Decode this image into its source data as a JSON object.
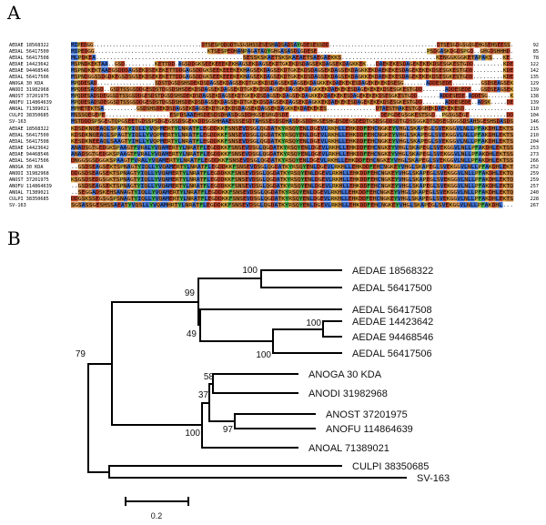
{
  "panels": {
    "a_letter": "A",
    "b_letter": "B"
  },
  "alignment": {
    "block1": {
      "rows": [
        {
          "name": "AEDAE 18568322",
          "end": "92",
          "seq": "MIPEDGG..................................DTSESPQDQDTGSGSHSSESESHADSADSAYGDESESSDD..................................DTSESGDGSGQGEHGSEHSEESS."
        },
        {
          "name": "AEDAL 56417500",
          "end": "85",
          "seq": "MIPEDGG..................................KTSESPEDHANPAGATAQYGHGASASDLGDESE.................................PSDGASKDGDSPGD..GHGDSHHHD."
        },
        {
          "name": "AEDAL 56417508",
          "end": "78",
          "seq": "MLPDKEA..........................................SESSKSKAETSKSKAEAETSAEGAEKKS...........................KENGGKGGKETAPAKS...KE."
        },
        {
          "name": "AEDAE 14423642",
          "end": "122",
          "seq": "MSPNDKEKTAA..GSD.........KETTDD.AGSDDGKSEEKEEEKEKHAGSEKDAGSEKDTGKEKDSDAGSEKDAGSEKDAGKKEK...DAEKEKESDAGEKEKEKDSESGKESTGDD.........KDE"
        },
        {
          "name": "AEDAE 94468546",
          "end": "142",
          "seq": "MSPNDKEKTAAEGSDDDAGSEKDSEKEKETTDDGAGSDDGKSEEKEEEKEKHAGSEKDAGSEKDTGKEKDSDAGSEKDAGSEKDAGKKEKDAEKEKESDAGEKEKEKDSESGKESTGDD.........KDE"
        },
        {
          "name": "AEDAL 56417506",
          "end": "135",
          "seq": "MSPNDGGSSDGDKEGSDSGSEKDSEKEKETTDDGAGSDDGKSEEKEEEKEKHAGSEKDAGSEKDTGKEKDSDAGSEKDAGSEKDAGKKEKDAEKEKESDAGEKEKEKDSESGKESTGDD.........KDE"
        },
        {
          "name": "ANOGA 30 KDA",
          "end": "129",
          "seq": "MPQDESAD..................SDSTDGSDSHSDEKDSDAGSEKDAGSEKDTGKEKDSDAGSEKDAGSEKDAGKKEKDAEKEKESDAGEKEKEKDSESG.......ADDESEDE.........GSDSEAGSEK"
        },
        {
          "name": "ANODI 31982968",
          "end": "139",
          "seq": "MPQDESADSD..GSDTSSGSDDGESDSTDGSDSHSDEKDSDAGSEKDAGSEKDTGKEKDSDAGSEKDAGSEKDAGKKEKDAEKEKESDAGEKEKEKDSESGKESTGDD.......ADDESEDE...GSDSEAGSEK"
        },
        {
          "name": "ANOST 37201975",
          "end": "138",
          "seq": "MPQDESADSDEGGSDTSSGSDDGESDSTDGSDSHSDEKDSDAGSEKDAGSEKDTGKEKDSDAGSEKDAGSEKDAGKKEKDAEKEKESDAGEKEKEKDSESGKESTGDD.......ADDESEDE.ADDESG.......K"
        },
        {
          "name": "ANOFU 114864639",
          "end": "139",
          "seq": "MPQDESADSDEGGSDTSSGSDDGESDSTDGSDSHSDEKDSDAGSEKDAGSEKDTGKEKDSDAGSEKDAGSEKDAGKKEKDAEKEKESDAGEKEKEKDSESGKESTGDD.......ADDESEDE..ADSK.....DE"
        },
        {
          "name": "ANOAL 71389021",
          "end": "110",
          "seq": "MPHETEKTSA..........GSDSHSDEKDSDAGSEKDAGSEKDTGKEKDSDAGSEKDAGSEKDAGKKEKDAEKEKES...............DTAESTHAKESTGDGHEKDAEKEKESD..............."
        },
        {
          "name": "CULPI 38350685",
          "end": "104",
          "seq": "MSSSQEGEPE...................ESPDSAAEHSDESDSDHASDGSDDHGSESHGDSDE...........................DEPGDEGSGKESTSGD..PGSGSEGE...........DD"
        },
        {
          "name": "SV-163",
          "end": "146",
          "seq": "MSTDDDSPSGEGTQPGSEETGDSSPSDGEGSSDSGEKKDDSGSHHAAESSSESDTAHSSESDSDHASDGSDDHGSESHGDSDEGSDEDTGSDSGDDSDTGDSSGGKDTSDSEGSGGSDSAHSGESHSDASDS"
        }
      ]
    },
    "block2": {
      "rows": [
        {
          "name": "AEDAE 18568322",
          "end": "215",
          "seq": "KDSDKNQEAQLSPAGTYIQLLYVQPMERTYLNRATFLEGDDKKFSNSEVDSGLQGDATKYRSQYENLDGEVLRKHLLEHKDDFEHCNGKEYVHGLSKAPEGLSVEKGGVLNLLPFAKDHLEKTS"
        },
        {
          "name": "AEDAL 56417500",
          "end": "210",
          "seq": "KDSDKNQEAQLSPAGTYIQLLYVQPMERTYLNRATFLEGDDKKFSNSEVDSGLQGDATKYRSQYENLDGEVLRKHLLEHKDDFEHCNGKEYVHGLSKAPEGLSVEKGGVLNLLPFAKDHLEKTS"
        },
        {
          "name": "AEDAL 56417508",
          "end": "204",
          "seq": "KESDKNEEAQLSAAGTYIHLLYVQPMERTYLNRATFLEGDDKKFSNSEVDSGLQGDATKYRSQYENLDGEVLRKHLLEHKDDFEHCNGKEYVHGLSKAPEGLSVEKGGVLNLLPFAKDHLEKTS"
        },
        {
          "name": "AEDAE 14423642",
          "end": "253",
          "seq": "ANADSGTGEDGKSPAAGTFVRALYVQAMERTYLNRATFLEGDDKKFSNSEVDSGLQGDATKYRSQYENLDGEVLRKHLLEHKDDFEHCNGKEYVHGLSKAPEGLSVEKGGVLNLLPFAKDHLEKTSS"
        },
        {
          "name": "AEDAE 94468546",
          "end": "273",
          "seq": "ANADSGTGEDGKSPAAGTFVRALYVQAMERTYLNRATFLEGDDKKFSNSEVDSGLQGDATKYRSQYENLDGEVLRKHLLEHKDDFEHCNGKEYVHGLSKAPEGLSVEKGGVLNLLPFAKDHLEKTSS"
        },
        {
          "name": "AEDAL 56417506",
          "end": "266",
          "seq": "DNGGSGSDGGKSPAAGTFVRALYVQAMERTYLNRATFLEGDDKKFSNSEVDSGLQGDATKYRSQYENLDGEVLRKHLLEHKDDFEHCNGKEYVHGLSKAPEGLSVEKGGVLNLLPFAKDHLEKTSS"
        },
        {
          "name": "ANOGA 30 KDA",
          "end": "252",
          "seq": "..GSDSEAGSEKTSPNAGTYIQLLYVQAMERTYLNRATFLEGDDKKFSNSEVDSGLQGDATKYRSQYENLDGEVLRKHLLEHKDDFEHCNGKEYVHGLSKAPEGLSVEKGGVLNLLPFAKDHLEKT"
        },
        {
          "name": "ANODI 31982968",
          "end": "259",
          "seq": "DDGSDSEAGSEKTSPNAGTYIQLLYVQAMERTYLNRATFLEGDDKKFSNSEVDSGLQGDATKYRSQYENLDGEVLRKHLLEHKDDFEHCNGKEYVHGLSKAPEGLSVEKGGVLNLLPFAKDHLEKTQ"
        },
        {
          "name": "ANOST 37201975",
          "end": "259",
          "seq": "KSGSDSEDGSGKTSPNAGTYIQLLYVQAMERTYLNRATFLEGDDKKFSNSEVDSGLQGDATKYRSQYENLDGEVLRKHLLEHKDDFEHCNGKEYVHGLSKAPEGLSVEKGGVLNLLPFAKDHLEKTQ"
        },
        {
          "name": "ANOFU 114864639",
          "end": "257",
          "seq": "..GSDSEAGSEKTSPNAGTYIQLLYVQAMERTYLNRATFLEGDDKKFSNSEVDSGLQGDATKYRSQYENLDGEVLRKHLLEHKDDFEHCNGKEYVHGLSKAPEGLSVEKGGVLNLLPFAKDHLEKTQ"
        },
        {
          "name": "ANOAL 71389021",
          "end": "240",
          "seq": "..SEGGADSKEHSANAGTYIQLLYVQAMERTYLNRATFLEGDDKKFSNSEVDSGLQGDATKYRSQYENLDGEVLRKHLLEHKDDFEHCNGKEYVHGLSKAPEGLSVEKGGVLNLLPFAKDHLEKTQ"
        },
        {
          "name": "CULPI 38350685",
          "end": "228",
          "seq": "DDGSKSSEGSGSPSNAGTYIQLLYVQAMERTYLNRATFLEGDDKKFSNSEVDSGLQGDATKYRSQYENLDGEVLRKHLLEHKDDFEHCNGKEYVHGLSKAPEGLSVEKGGVLNLLPFAKDHLEKTS"
        },
        {
          "name": "SV-163",
          "end": "267",
          "seq": "SGSASSGESHSSAEATYVQSLLYVQAMHRTYLNRATFLEGDDKKFSNSEVDSGLQGDATKYRSQYENLDGEVLRKHLLEHKDDFEHCNGKEYVHGLSKAPEGLSVEKGGVLNLLPFAKDHL..."
        }
      ]
    }
  },
  "tree": {
    "taxa": [
      "AEDAE 18568322",
      "AEDAL 56417500",
      "AEDAL 56417508",
      "AEDAE 14423642",
      "AEDAE 94468546",
      "AEDAL 56417506",
      "ANOGA 30 KDA",
      "ANODI 31982968",
      "ANOST 37201975",
      "ANOFU 114864639",
      "ANOAL 71389021",
      "CULPI 38350685",
      "SV-163"
    ],
    "bootstrap": {
      "aedae_aedal500": "100",
      "upper_aedes": "99",
      "lower_aedes": "49",
      "aedae_pair": "100",
      "aedal506": "100",
      "anoga_anodi": "58",
      "anoga_anost": "37",
      "anost_anofu": "97",
      "anopheles": "100",
      "ingroup": "79"
    },
    "scale_label": "0.2"
  },
  "colors": {
    "acidic": "#c8462c",
    "basic": "#d9a33c",
    "polar": "#c07a3a",
    "hydrophobic": "#3d6fd0",
    "aromatic": "#3fae4a",
    "glycine": "#e09a58",
    "proline": "#c9b04a",
    "tree_line": "#000000"
  }
}
